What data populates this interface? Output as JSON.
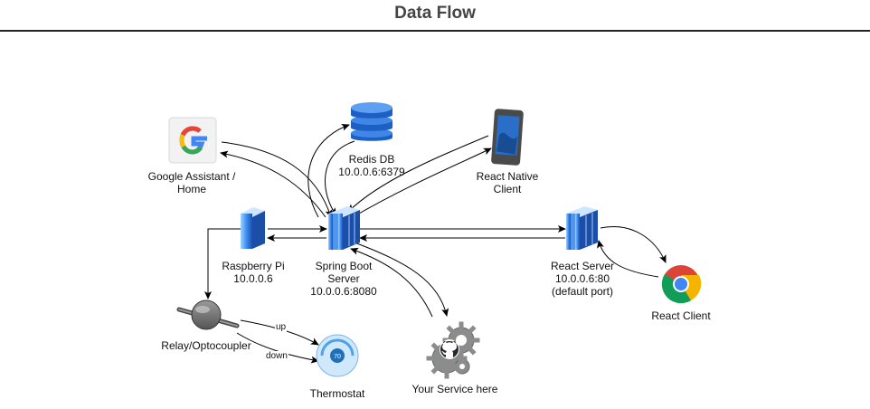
{
  "title": "Data Flow",
  "nodes": {
    "google": {
      "line1": "Google Assistant /",
      "line2": "Home",
      "icon": "google-icon"
    },
    "redis": {
      "line1": "Redis DB",
      "line2": "10.0.0.6:6379",
      "icon": "database-icon"
    },
    "native": {
      "line1": "React Native",
      "line2": "Client",
      "icon": "phone-icon"
    },
    "pi": {
      "line1": "Raspberry Pi",
      "line2": "10.0.0.6",
      "icon": "server-icon"
    },
    "spring": {
      "line1": "Spring Boot",
      "line2": "Server",
      "line3": "10.0.0.6:8080",
      "icon": "server-icon"
    },
    "react_server": {
      "line1": "React Server",
      "line2": "10.0.0.6:80",
      "line3": "(default port)",
      "icon": "server-icon"
    },
    "react_client": {
      "line1": "React Client",
      "icon": "chrome-icon"
    },
    "relay": {
      "line1": "Relay/Optocoupler",
      "icon": "relay-icon"
    },
    "thermostat": {
      "line1": "Thermostat",
      "icon": "thermostat-icon",
      "display": "70"
    },
    "service": {
      "line1": "Your Service here",
      "icon": "gears-github-icon"
    }
  },
  "edges": {
    "up": "up",
    "down": "down"
  },
  "colors": {
    "title": "#444444",
    "rule": "#222222",
    "server": "#2f6fd6",
    "db": "#1e5fc4"
  }
}
